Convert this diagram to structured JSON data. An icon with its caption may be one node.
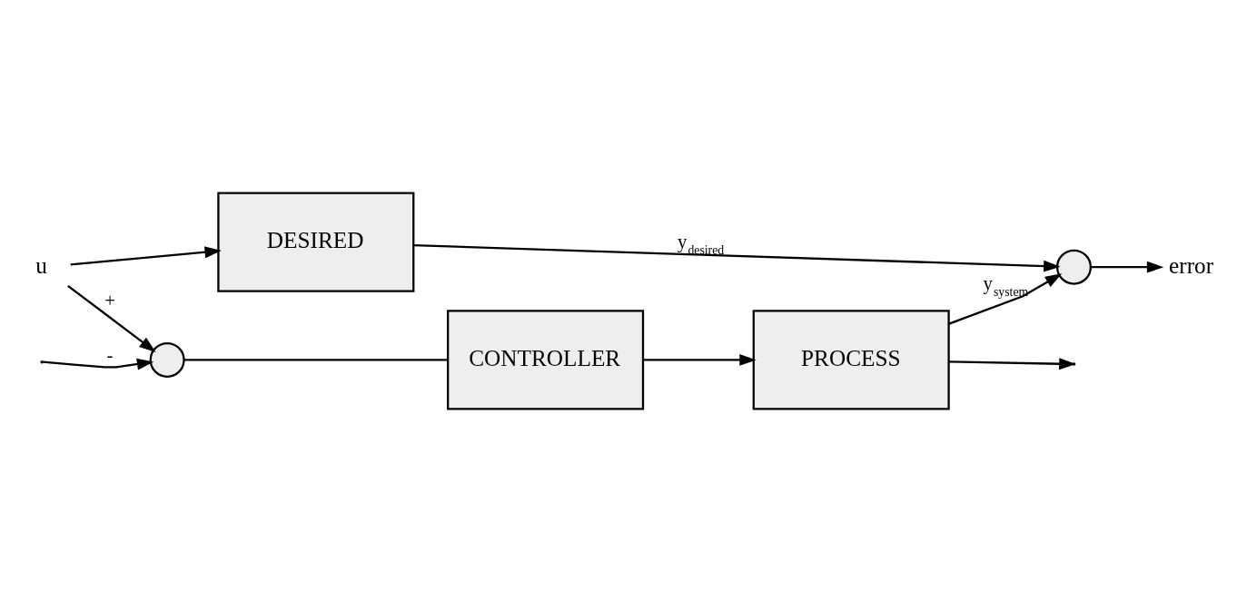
{
  "diagram": {
    "nodes": [
      {
        "text": [
          "u"
        ]
      },
      {
        "text": [
          "DESIRED"
        ]
      },
      {
        "text": [],
        "shape": "circle"
      },
      {
        "text": [
          "CONTROLLER"
        ]
      },
      {
        "text": [
          "PROCESS"
        ]
      },
      {
        "text": [],
        "shape": "circle"
      },
      {
        "text": [
          "error"
        ]
      }
    ],
    "edges": [
      {
        "from": 0,
        "to": 1,
        "arrow": "to"
      },
      {
        "from": 0,
        "to": 2,
        "arrow": "to",
        "label": "+"
      },
      {
        "from": 1,
        "to": 5,
        "arrow": "to",
        "label": "y$_{desired}$"
      },
      {
        "from": 2,
        "to": 3,
        "arrow": "none"
      },
      {
        "from": 3,
        "to": 4,
        "arrow": "to"
      },
      {
        "from": 4,
        "to": 5,
        "arrow": "to",
        "label": "y$_{system}$"
      },
      {
        "from": 5,
        "to": 6,
        "arrow": "to"
      },
      {
        "from": 4,
        "to": null,
        "arrow": "to"
      },
      {
        "from": null,
        "to": 2,
        "arrow": "to",
        "label": "-"
      }
    ]
  }
}
